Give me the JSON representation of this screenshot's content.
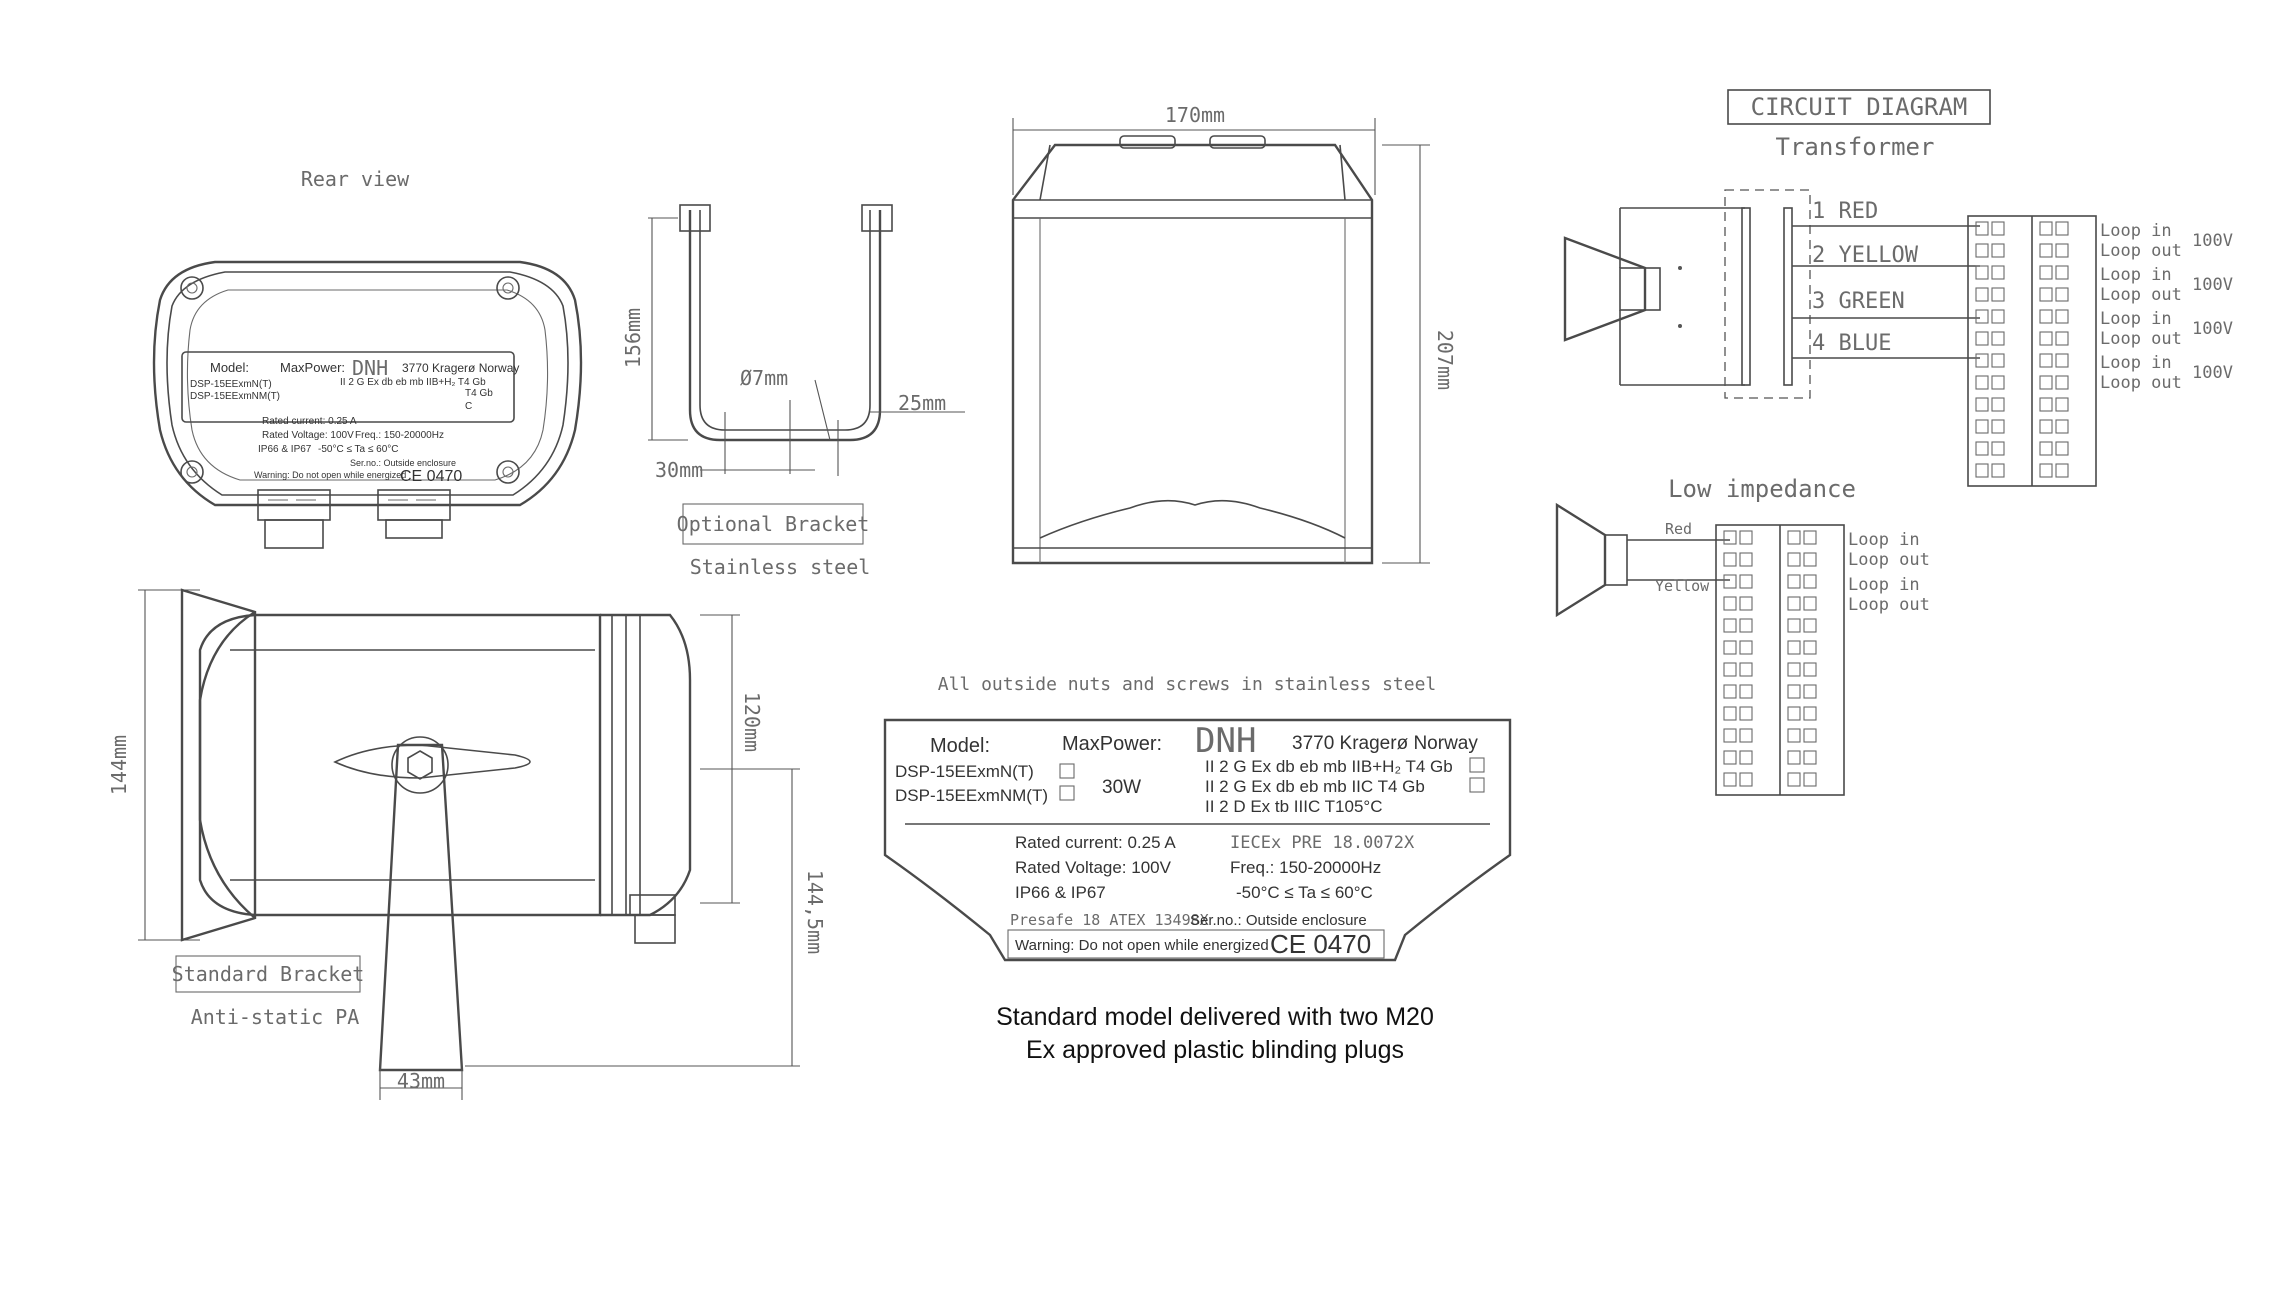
{
  "rear_view": {
    "title": "Rear view",
    "label_model": "Model:",
    "label_maxpower": "MaxPower:",
    "brand": "DNH",
    "address": "3770 Kragerø Norway",
    "model_1": "DSP-15EExmN(T)",
    "model_2": "DSP-15EExmNM(T)",
    "ex_line": "II 2 G Ex db eb mb IIB+H₂ T4 Gb",
    "ex_sub": "T4 Gb",
    "c_mark": "C",
    "rated_current": "Rated current: 0.25 A",
    "rated_voltage": "Rated Voltage: 100V",
    "freq": "Freq.: 150-20000Hz",
    "ip": "IP66 & IP67",
    "temp": "-50°C ≤ Ta ≤ 60°C",
    "serno": "Ser.no.: Outside enclosure",
    "warning": "Warning: Do not open while energized",
    "ce": "CE 0470"
  },
  "bracket_optional": {
    "dim_height": "156mm",
    "dim_hole": "Ø7mm",
    "dim_offset": "25mm",
    "dim_width": "30mm",
    "label": "Optional Bracket",
    "material": "Stainless steel"
  },
  "front_view": {
    "dim_width": "170mm",
    "dim_height": "207mm"
  },
  "side_view": {
    "dim_height": "144mm",
    "dim_depth": "120mm",
    "dim_total": "144,5mm",
    "dim_bracket": "43mm",
    "label": "Standard Bracket",
    "material": "Anti-static PA"
  },
  "label_plate": {
    "note": "All outside nuts and screws in stainless steel",
    "label_model": "Model:",
    "label_maxpower": "MaxPower:",
    "brand": "DNH",
    "address": "3770 Kragerø Norway",
    "model_1": "DSP-15EExmN(T)",
    "model_2": "DSP-15EExmNM(T)",
    "power": "30W",
    "ex_line_1": "II 2 G Ex db eb mb IIB+H₂ T4 Gb",
    "ex_line_2": "II 2 G Ex db eb mb IIC T4 Gb",
    "ex_line_3": "II 2 D Ex tb IIIC T105°C",
    "rated_current": "Rated current: 0.25 A",
    "rated_voltage": "Rated Voltage: 100V",
    "ip": "IP66 & IP67",
    "iecex": "IECEx PRE 18.0072X",
    "freq": "Freq.: 150-20000Hz",
    "temp": "-50°C ≤ Ta ≤ 60°C",
    "atex": "Presafe 18 ATEX 13498X",
    "serno": "Ser.no.: Outside enclosure",
    "warning": "Warning: Do not open while energized",
    "ce": "CE 0470"
  },
  "footer": {
    "line_1": "Standard model delivered with two M20",
    "line_2": "Ex approved plastic blinding plugs"
  },
  "circuit": {
    "title": "CIRCUIT DIAGRAM",
    "subtitle": "Transformer",
    "taps": [
      "1 RED",
      "2 YELLOW",
      "3 GREEN",
      "4 BLUE"
    ],
    "loop_in": "Loop in",
    "loop_out": "Loop out",
    "volt": "100V",
    "low_title": "Low impedance",
    "wire_red": "Red",
    "wire_yellow": "Yellow"
  }
}
